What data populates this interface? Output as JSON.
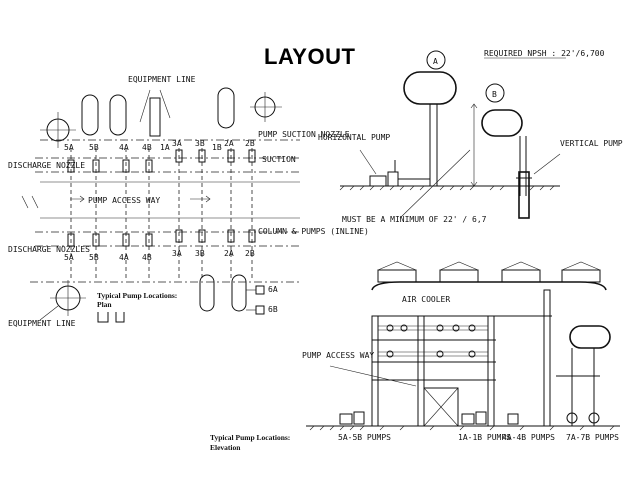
{
  "title": "LAYOUT",
  "plan": {
    "equipment_line_top": "EQUIPMENT LINE",
    "pump_nozzle": "PUMP SUCTION NOZZLE",
    "suction_label": "SUCTION",
    "discharge_top": "DISCHARGE NOZZLE",
    "access_way": "PUMP ACCESS WAY",
    "column_label": "COLUMN & PUMPS (INLINE)",
    "discharge_bottom": "DISCHARGE NOZZLES",
    "caption_line1": "Typical Pump Locations:",
    "caption_line2": "Plan",
    "equipment_line_bottom": "EQUIPMENT LINE",
    "pump_tags_top": [
      "5A",
      "5B",
      "4A",
      "4B",
      "3A",
      "3B",
      "2A",
      "2B",
      "1A",
      "1B"
    ],
    "pump_tags_bottom": [
      "5A",
      "5B",
      "4A",
      "4B",
      "3A",
      "3B",
      "2A",
      "2B"
    ],
    "tag_6a": "6A",
    "tag_6b": "6B"
  },
  "section": {
    "npsh_label": "REQUIRED NPSH : 22'/6,700",
    "callout_a": "A",
    "callout_b": "B",
    "horizontal": "HORIZONTAL PUMP",
    "vertical": "VERTICAL PUMP",
    "minimum": "MUST BE A MINIMUM OF 22' / 6,7"
  },
  "elevation": {
    "air_cooler": "AIR COOLER",
    "access_way": "PUMP ACCESS WAY",
    "caption_line1": "Typical Pump Locations:",
    "caption_line2": "Elevation",
    "pumps": [
      "5A-5B PUMPS",
      "1A-1B PUMPS",
      "4A-4B PUMPS",
      "7A-7B PUMPS"
    ]
  }
}
